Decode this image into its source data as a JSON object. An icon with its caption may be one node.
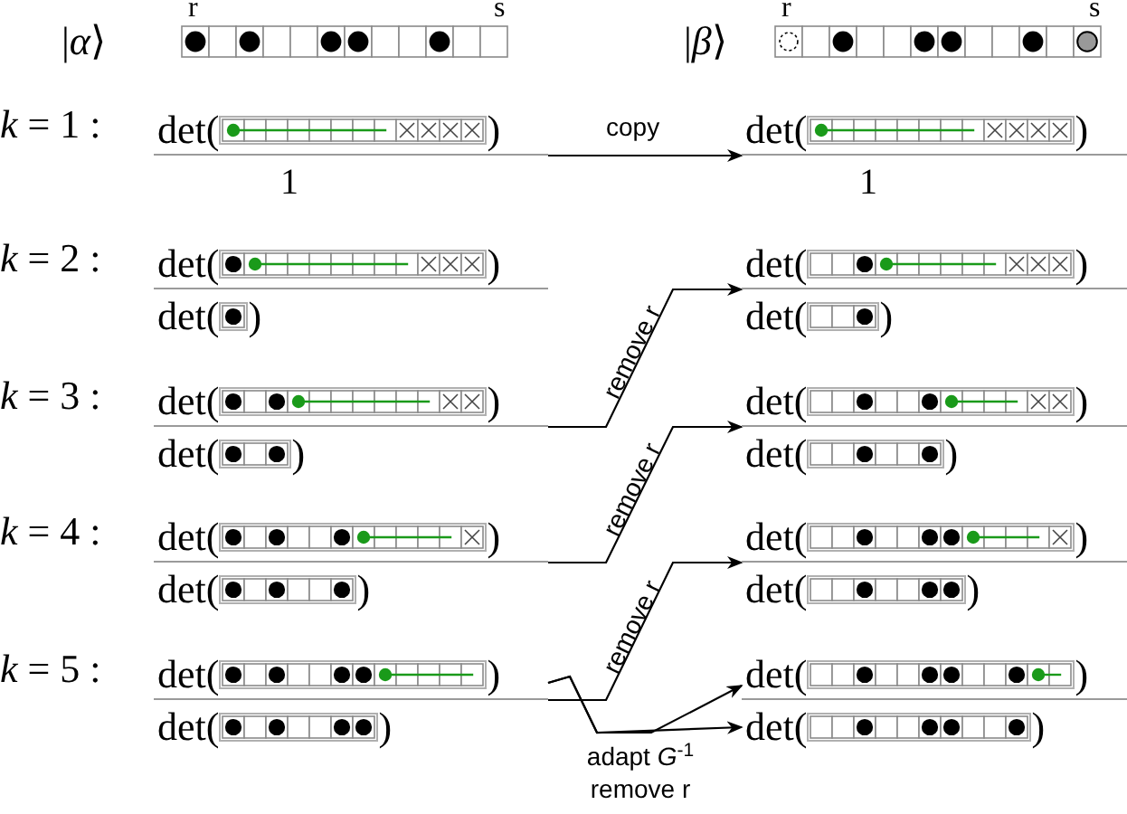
{
  "diagram": {
    "nodes": [
      {
        "text": [
          "det(",
          ")"
        ]
      },
      {
        "text": [
          "det(",
          ")"
        ]
      },
      {
        "text": [
          "1"
        ]
      },
      {
        "text": [
          "1"
        ]
      },
      {
        "text": [
          "det(",
          ")"
        ]
      },
      {
        "text": [
          "det(",
          ")"
        ]
      },
      {
        "text": [
          "det(",
          ")"
        ]
      },
      {
        "text": [
          "det(",
          ")"
        ]
      },
      {
        "text": [
          "det(",
          ")"
        ]
      },
      {
        "text": [
          "det(",
          ")"
        ]
      },
      {
        "text": [
          "det(",
          ")"
        ]
      },
      {
        "text": [
          "det(",
          ")"
        ]
      },
      {
        "text": [
          "det(",
          ")"
        ]
      },
      {
        "text": [
          "det(",
          ")"
        ]
      },
      {
        "text": [
          "det(",
          ")"
        ]
      },
      {
        "text": [
          "det(",
          ")"
        ]
      },
      {
        "text": [
          "det(",
          ")"
        ]
      },
      {
        "text": [
          "det(",
          ")"
        ]
      },
      {
        "text": [
          "det(",
          ")"
        ]
      },
      {
        "text": [
          "det(",
          ")"
        ]
      }
    ],
    "edges": [
      {
        "from": 0,
        "to": 1,
        "label": "copy",
        "arrow": "to"
      },
      {
        "from": 8,
        "to": 5,
        "label": "remove r",
        "arrow": "to"
      },
      {
        "from": 12,
        "to": 9,
        "label": "remove r",
        "arrow": "to"
      },
      {
        "from": 16,
        "to": 13,
        "label": "remove r",
        "arrow": "to"
      },
      {
        "from": 16,
        "to": 17,
        "arrow": "to"
      },
      {
        "from": 16,
        "to": 19,
        "label": "adapt *G*$^{-1}$ remove r",
        "arrow": "to"
      }
    ],
    "labels": [
      "|*α*⟩",
      "r",
      "s",
      "|*β*⟩",
      "r",
      "s",
      "*k* = 1 :",
      "*k* = 2 :",
      "*k* = 3 :",
      "*k* = 4 :",
      "*k* = 5 :"
    ]
  }
}
